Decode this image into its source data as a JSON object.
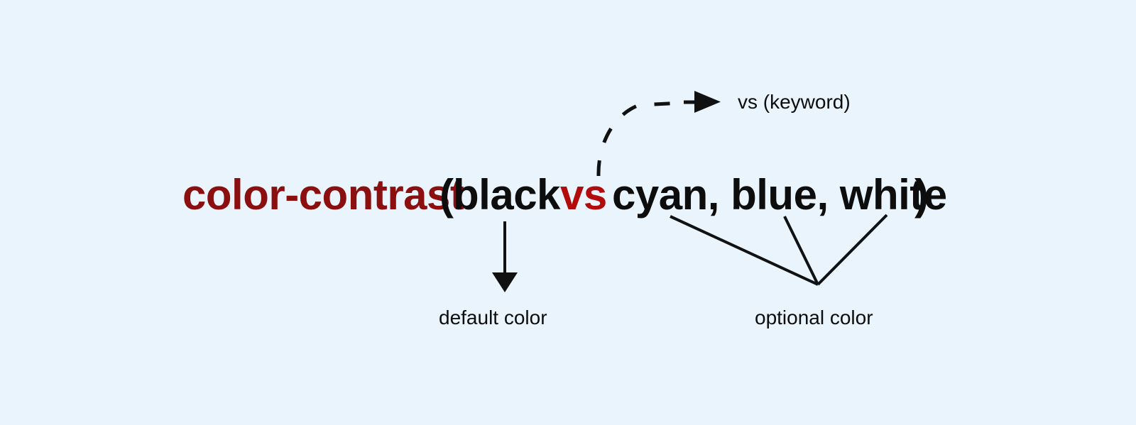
{
  "background_color": "#e9f4fd",
  "colors": {
    "function_name": "#8b0f0f",
    "keyword": "#b10b0b",
    "text": "#0d0d0d",
    "line": "#111111"
  },
  "formula": {
    "function_name": "color-contrast",
    "open_paren": "(",
    "default_color": "black",
    "keyword": "vs",
    "optional_colors": "cyan, blue, white",
    "close_paren": ")"
  },
  "annotations": {
    "keyword_label": "vs (keyword)",
    "default_label": "default color",
    "optional_label": "optional color"
  },
  "connectors": {
    "keyword_arrow_style": "dashed-curve-with-arrowhead",
    "default_arrow_style": "straight-vertical-with-arrowhead",
    "optional_lines_style": "three-converging-plain-lines"
  }
}
